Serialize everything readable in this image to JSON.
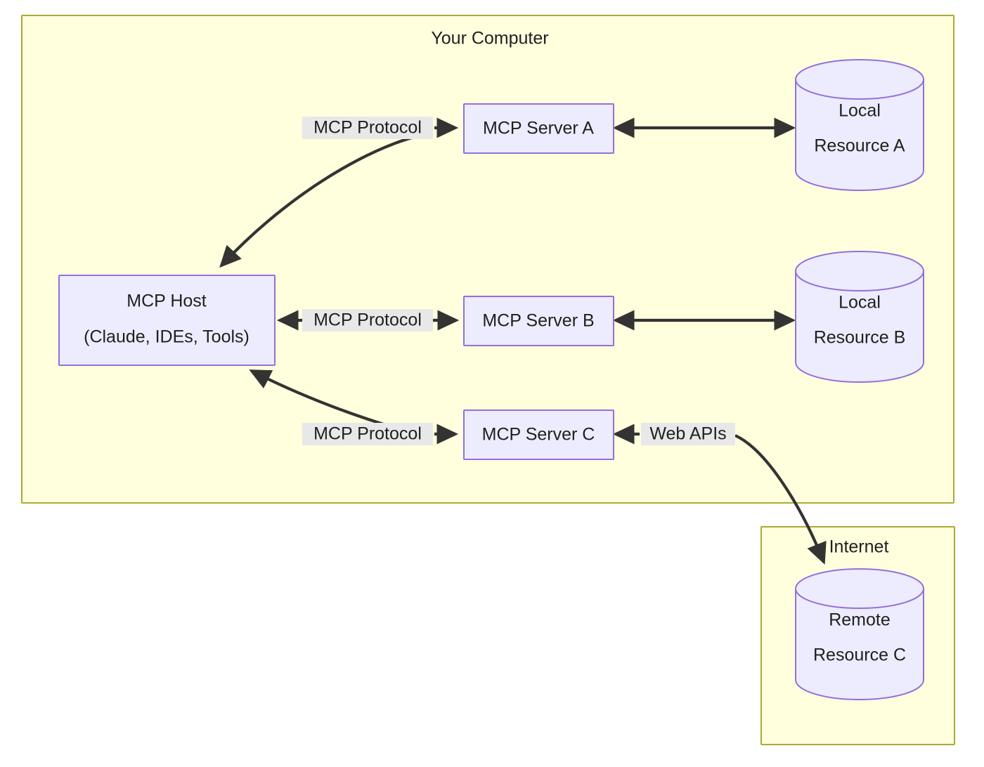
{
  "diagram": {
    "title_text": "Your Computer",
    "clusters": [
      {
        "id": "your-computer",
        "label": "Your Computer"
      },
      {
        "id": "internet",
        "label": "Internet"
      }
    ],
    "nodes": [
      {
        "id": "mcp-host",
        "line1": "MCP Host",
        "line2": "(Claude, IDEs, Tools)",
        "shape": "rect"
      },
      {
        "id": "mcp-server-a",
        "line1": "MCP Server A",
        "line2": "",
        "shape": "rect"
      },
      {
        "id": "mcp-server-b",
        "line1": "MCP Server B",
        "line2": "",
        "shape": "rect"
      },
      {
        "id": "mcp-server-c",
        "line1": "MCP Server C",
        "line2": "",
        "shape": "rect"
      },
      {
        "id": "local-resource-a",
        "line1": "Local",
        "line2": "Resource A",
        "shape": "cylinder"
      },
      {
        "id": "local-resource-b",
        "line1": "Local",
        "line2": "Resource B",
        "shape": "cylinder"
      },
      {
        "id": "remote-resource-c",
        "line1": "Remote",
        "line2": "Resource C",
        "shape": "cylinder"
      }
    ],
    "edges": [
      {
        "id": "host-to-server-a",
        "label": "MCP Protocol",
        "from": "mcp-host",
        "to": "mcp-server-a",
        "direction": "both"
      },
      {
        "id": "host-to-server-b",
        "label": "MCP Protocol",
        "from": "mcp-host",
        "to": "mcp-server-b",
        "direction": "both"
      },
      {
        "id": "host-to-server-c",
        "label": "MCP Protocol",
        "from": "mcp-host",
        "to": "mcp-server-c",
        "direction": "both"
      },
      {
        "id": "server-a-to-local-a",
        "label": "",
        "from": "mcp-server-a",
        "to": "local-resource-a",
        "direction": "both"
      },
      {
        "id": "server-b-to-local-b",
        "label": "",
        "from": "mcp-server-b",
        "to": "local-resource-b",
        "direction": "both"
      },
      {
        "id": "server-c-to-remote-c",
        "label": "Web APIs",
        "from": "mcp-server-c",
        "to": "remote-resource-c",
        "direction": "both"
      }
    ],
    "colors": {
      "cluster_fill": "#ffffde",
      "cluster_stroke": "#aaaa33",
      "node_fill": "#ececfe",
      "node_stroke": "#9370db",
      "edge_stroke": "#333333",
      "edge_label_bg": "#e8e8e8",
      "text": "#1f1f1f"
    }
  }
}
